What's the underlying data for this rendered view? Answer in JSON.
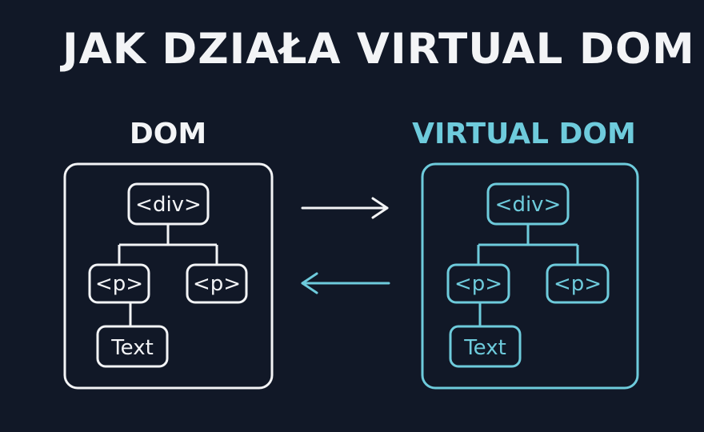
{
  "title": "JAK DZIAŁA VIRTUAL DOM",
  "dom": {
    "label": "DOM",
    "nodes": {
      "root": "<div>",
      "left_child": "<p>",
      "right_child": "<p>",
      "leaf": "Text"
    }
  },
  "virtual_dom": {
    "label": "VIRTUAL DOM",
    "nodes": {
      "root": "<div>",
      "left_child": "<p>",
      "right_child": "<p>",
      "leaf": "Text"
    }
  },
  "colors": {
    "background": "#111827",
    "dom_stroke": "#f3f4f6",
    "virtual_dom_stroke": "#6ecbdc"
  }
}
